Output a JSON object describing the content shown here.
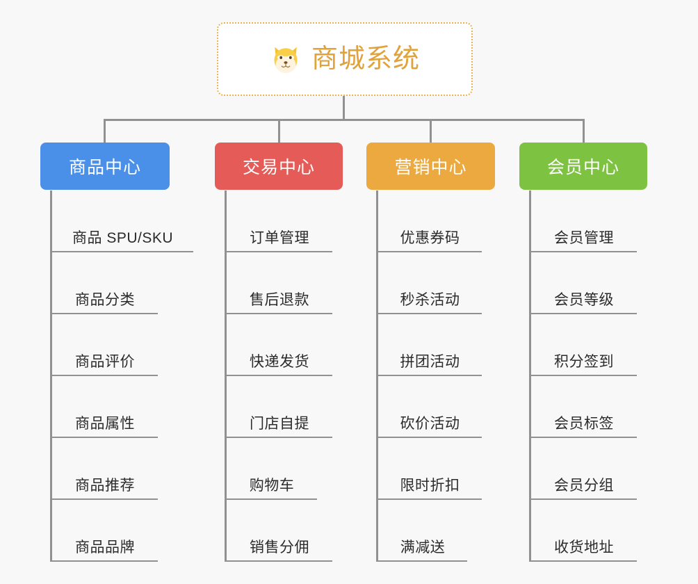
{
  "canvas": {
    "background": "#f8f8f8",
    "line_color": "#919191"
  },
  "root": {
    "title": "商城系统",
    "icon": "shiba-dog-icon",
    "text_color": "#e0a23c",
    "border_color": "#e9b44c",
    "background": "#ffffff"
  },
  "branches": [
    {
      "id": "product-center",
      "label": "商品中心",
      "color": "#4a90e8",
      "items": [
        "商品 SPU/SKU",
        "商品分类",
        "商品评价",
        "商品属性",
        "商品推荐",
        "商品品牌"
      ]
    },
    {
      "id": "trade-center",
      "label": "交易中心",
      "color": "#e45b57",
      "items": [
        "订单管理",
        "售后退款",
        "快递发货",
        "门店自提",
        "购物车",
        "销售分佣"
      ]
    },
    {
      "id": "marketing-center",
      "label": "营销中心",
      "color": "#eca93f",
      "items": [
        "优惠券码",
        "秒杀活动",
        "拼团活动",
        "砍价活动",
        "限时折扣",
        "满减送"
      ]
    },
    {
      "id": "member-center",
      "label": "会员中心",
      "color": "#7ec242",
      "items": [
        "会员管理",
        "会员等级",
        "积分签到",
        "会员标签",
        "会员分组",
        "收货地址"
      ]
    }
  ]
}
